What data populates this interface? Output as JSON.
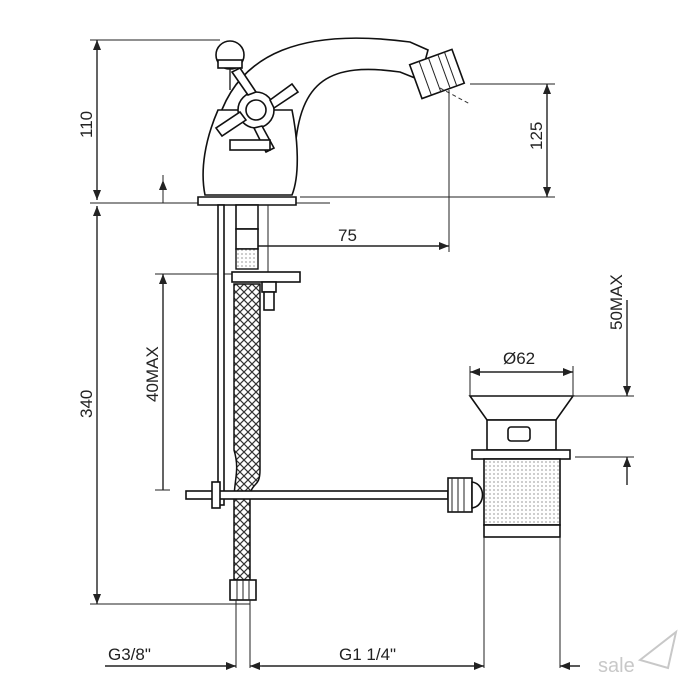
{
  "dimensions": {
    "height_spout": "110",
    "spout_outlet_height": "125",
    "reach": "75",
    "below_deck": "340",
    "hose_adjust": "40MAX",
    "pop_up_adjust": "50MAX",
    "waste_diameter": "Ø62",
    "inlet_thread": "G3/8\"",
    "waste_thread": "G1 1/4\""
  },
  "watermark": {
    "text": "sale"
  },
  "colors": {
    "line": "#222222",
    "hatch": "#444444",
    "watermark": "#c8c8c8"
  }
}
